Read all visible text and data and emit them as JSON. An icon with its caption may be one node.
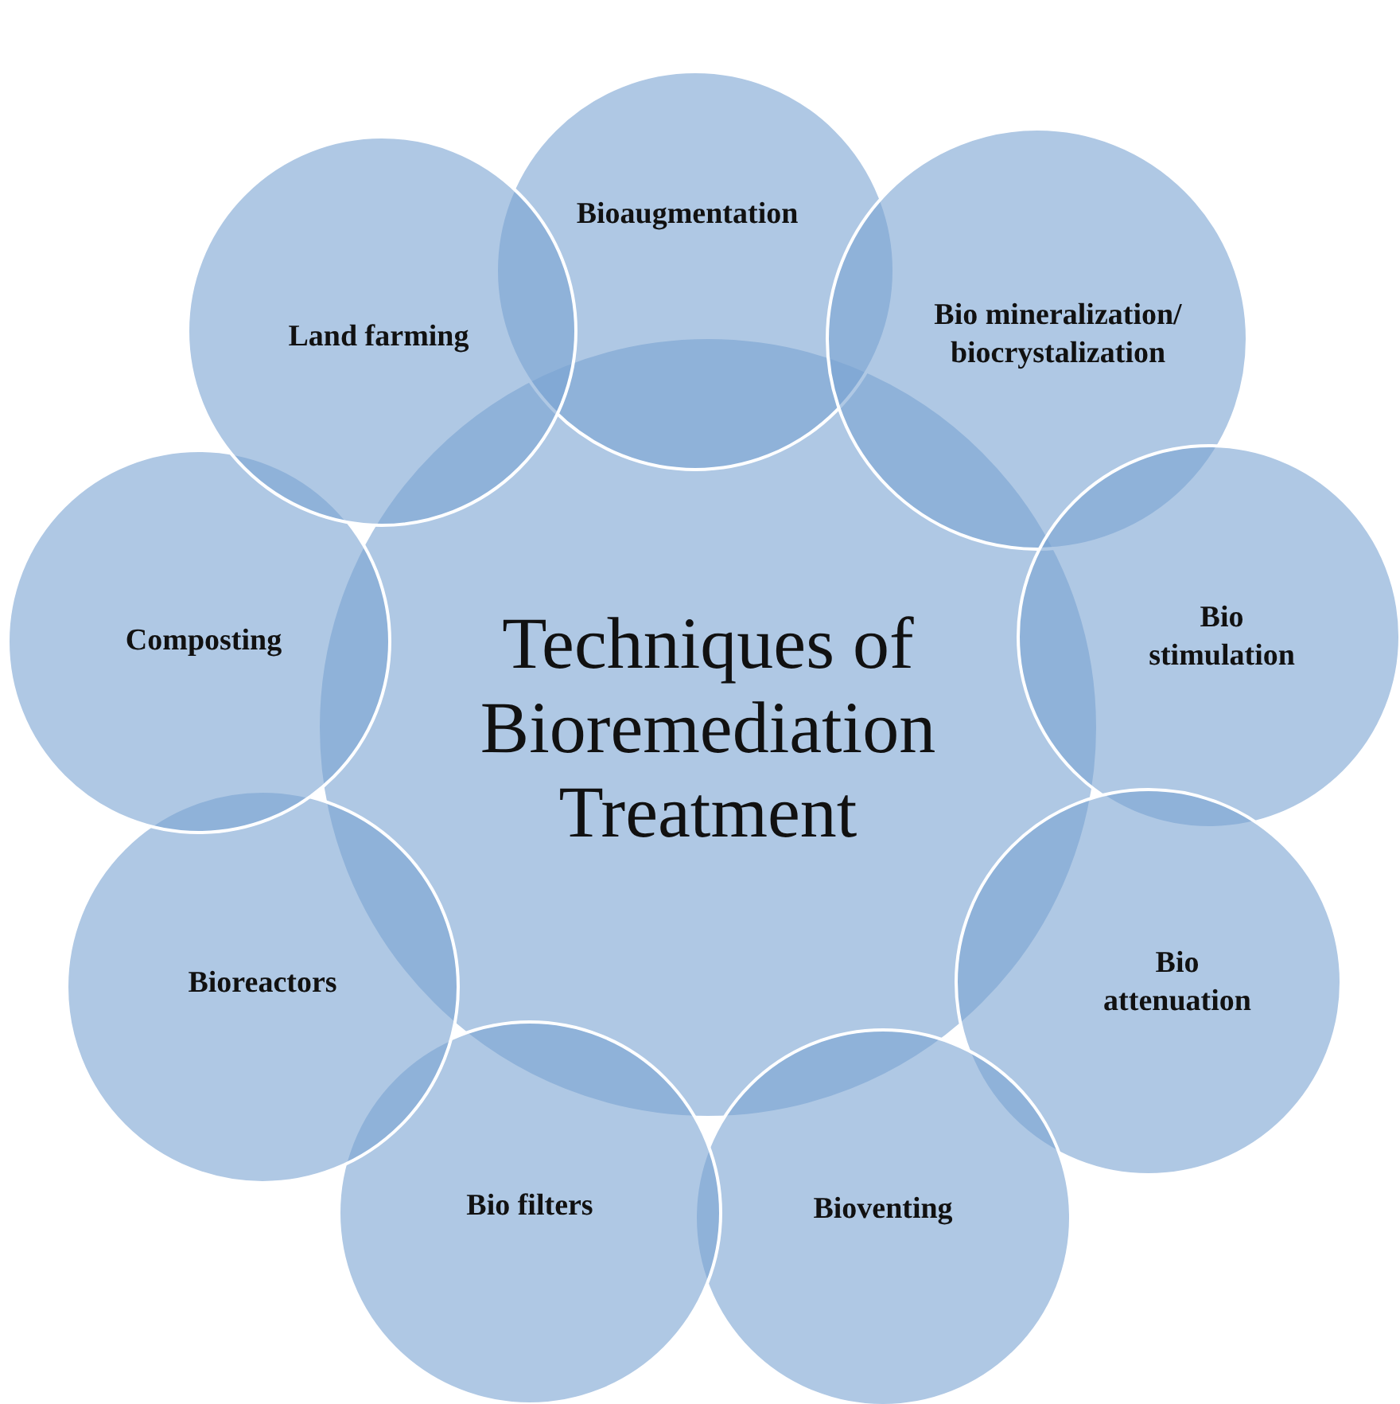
{
  "diagram": {
    "nodes": [
      {
        "text": [
          "Techniques of Bioremediation Treatment"
        ]
      },
      {
        "text": [
          "Bioaugmentation"
        ]
      },
      {
        "text": [
          "Bio mineralization/ biocrystalization"
        ]
      },
      {
        "text": [
          "Bio stimulation"
        ]
      },
      {
        "text": [
          "Bio attenuation"
        ]
      },
      {
        "text": [
          "Bioventing"
        ]
      },
      {
        "text": [
          "Bio filters"
        ]
      },
      {
        "text": [
          "Bioreactors"
        ]
      },
      {
        "text": [
          "Composting"
        ]
      },
      {
        "text": [
          "Land farming"
        ]
      }
    ]
  }
}
